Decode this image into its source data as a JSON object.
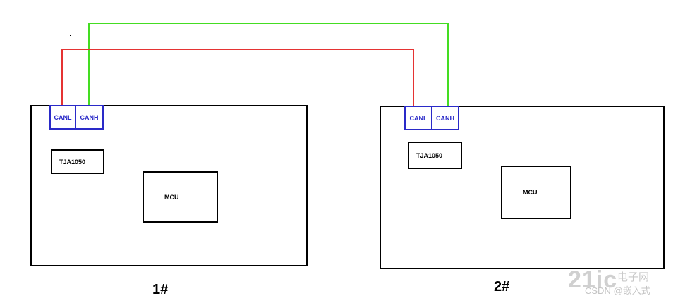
{
  "colors": {
    "canl_wire": "#e53333",
    "canh_wire": "#44dd22",
    "port_border": "#2a2ac8",
    "board_border": "#000000"
  },
  "board1": {
    "canl": "CANL",
    "canh": "CANH",
    "transceiver": "TJA1050",
    "mcu": "MCU",
    "label": "1#"
  },
  "board2": {
    "canl": "CANL",
    "canh": "CANH",
    "transceiver": "TJA1050",
    "mcu": "MCU",
    "label": "2#"
  },
  "watermark": {
    "site": "21ic",
    "cn": "电子网",
    "csdn": "CSDN @嵌入式"
  }
}
